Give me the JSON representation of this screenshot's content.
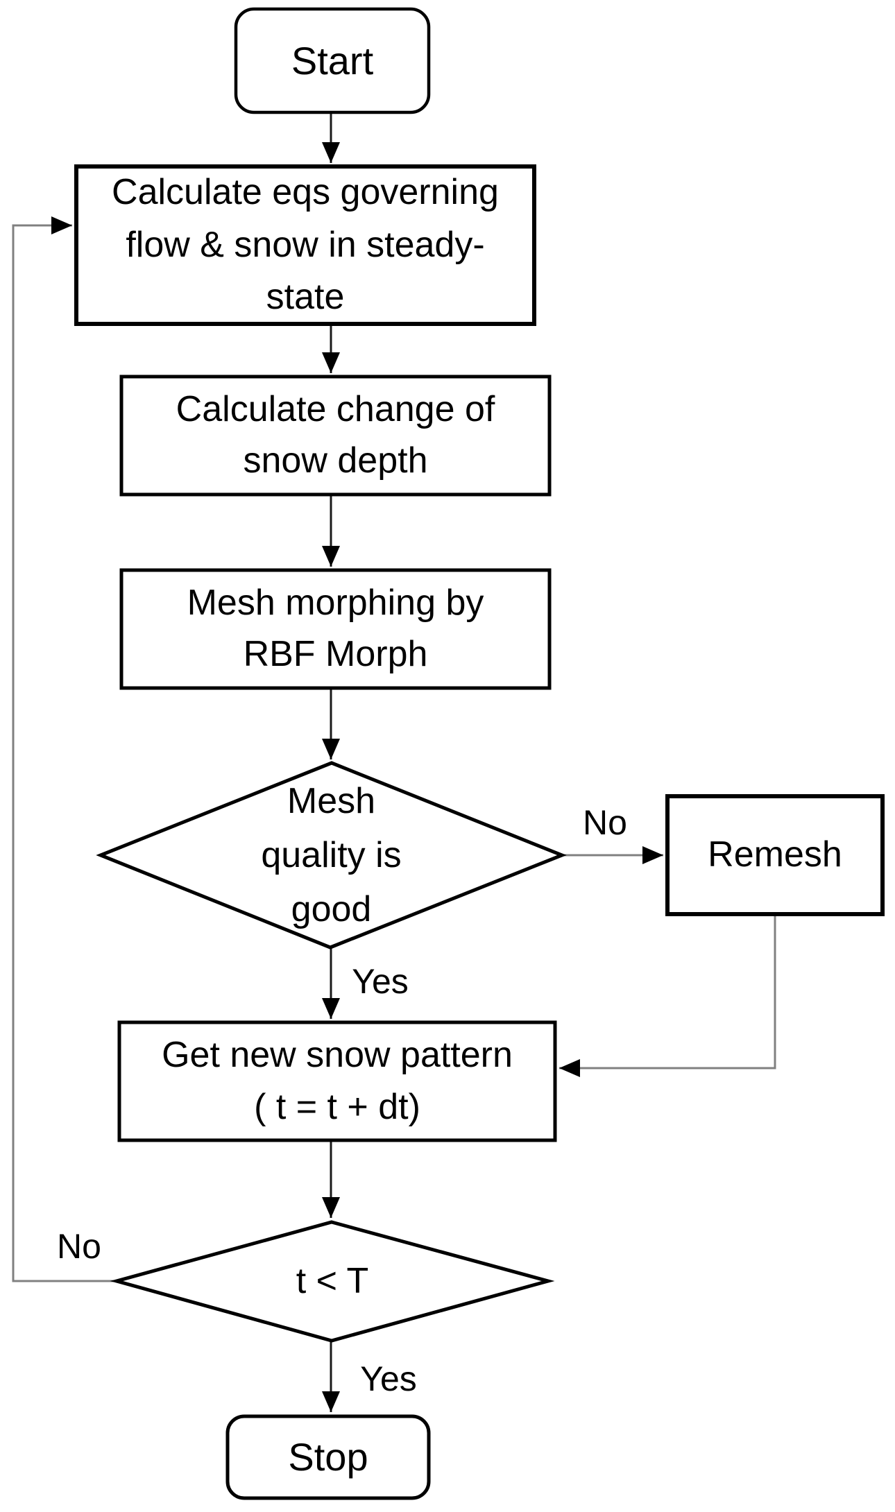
{
  "diagram_type": "flowchart",
  "background": "#ffffff",
  "colors": {
    "shape_stroke": "#000000",
    "text": "#000000",
    "connector": "#1a1a1a",
    "loop_connector": "#808080"
  },
  "nodes": {
    "start": {
      "label": "Start",
      "shape": "terminator"
    },
    "calc_eqs": {
      "label": "Calculate eqs governing\nflow & snow in steady-\nstate",
      "shape": "process"
    },
    "calc_depth": {
      "label": "Calculate change of\nsnow depth",
      "shape": "process"
    },
    "mesh_morph": {
      "label": "Mesh morphing by\nRBF Morph",
      "shape": "process"
    },
    "mesh_quality": {
      "label": "Mesh\nquality is\ngood",
      "shape": "decision"
    },
    "remesh": {
      "label": "Remesh",
      "shape": "process"
    },
    "get_snow": {
      "label": "Get new snow pattern\n( t = t + dt)",
      "shape": "process"
    },
    "time_check": {
      "label": "t < T",
      "shape": "decision"
    },
    "stop": {
      "label": "Stop",
      "shape": "terminator"
    }
  },
  "edge_labels": {
    "mesh_quality_no": "No",
    "mesh_quality_yes": "Yes",
    "time_check_no": "No",
    "time_check_yes": "Yes"
  }
}
